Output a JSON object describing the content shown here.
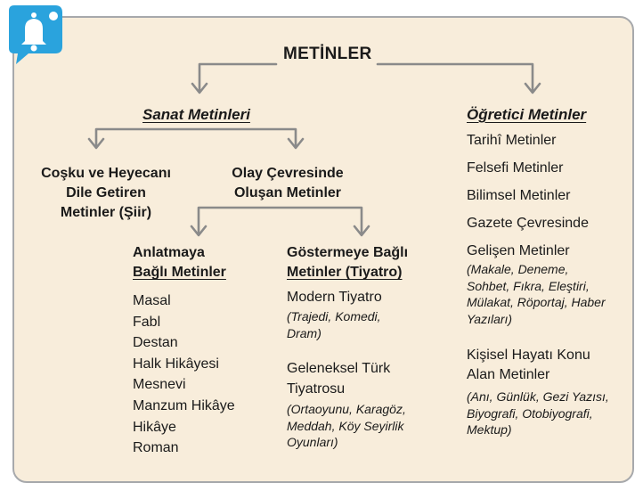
{
  "root": "METİNLER",
  "sanat": {
    "title": "Sanat Metinleri",
    "cosku": [
      "Coşku ve Heyecanı",
      "Dile Getiren",
      "Metinler (Şiir)"
    ],
    "olay": [
      "Olay Çevresinde",
      "Oluşan Metinler"
    ],
    "anlatmaya": {
      "title": [
        "Anlatmaya",
        "Bağlı Metinler"
      ],
      "items": [
        "Masal",
        "Fabl",
        "Destan",
        "Halk Hikâyesi",
        "Mesnevi",
        "Manzum Hikâye",
        "Hikâye",
        "Roman"
      ]
    },
    "gostermeye": {
      "title": [
        "Göstermeye Bağlı",
        "Metinler (Tiyatro)"
      ],
      "modern": "Modern Tiyatro",
      "modern_note": [
        "(Trajedi, Komedi,",
        "Dram)"
      ],
      "geleneksel": [
        "Geleneksel Türk",
        "Tiyatrosu"
      ],
      "geleneksel_note": [
        "(Ortaoyunu, Karagöz,",
        "Meddah, Köy Seyirlik",
        "Oyunları)"
      ]
    }
  },
  "ogretici": {
    "title": "Öğretici Metinler",
    "items": [
      "Tarihî Metinler",
      "Felsefi Metinler",
      "Bilimsel Metinler",
      "Gazete Çevresinde"
    ],
    "gelisen": "Gelişen Metinler",
    "gelisen_note": [
      "(Makale, Deneme,",
      "Sohbet, Fıkra, Eleştiri,",
      "Mülakat, Röportaj, Haber",
      "Yazıları)"
    ],
    "kisisel": [
      "Kişisel Hayatı Konu",
      "Alan Metinler"
    ],
    "kisisel_note": [
      "(Anı, Günlük, Gezi Yazısı,",
      "Biyografi, Otobiyografi,",
      "Mektup)"
    ]
  },
  "colors": {
    "panel_bg": "#f8eddb",
    "panel_border": "#a7a9ac",
    "connector": "#8a8a8a",
    "badge": "#2aa3dd"
  }
}
